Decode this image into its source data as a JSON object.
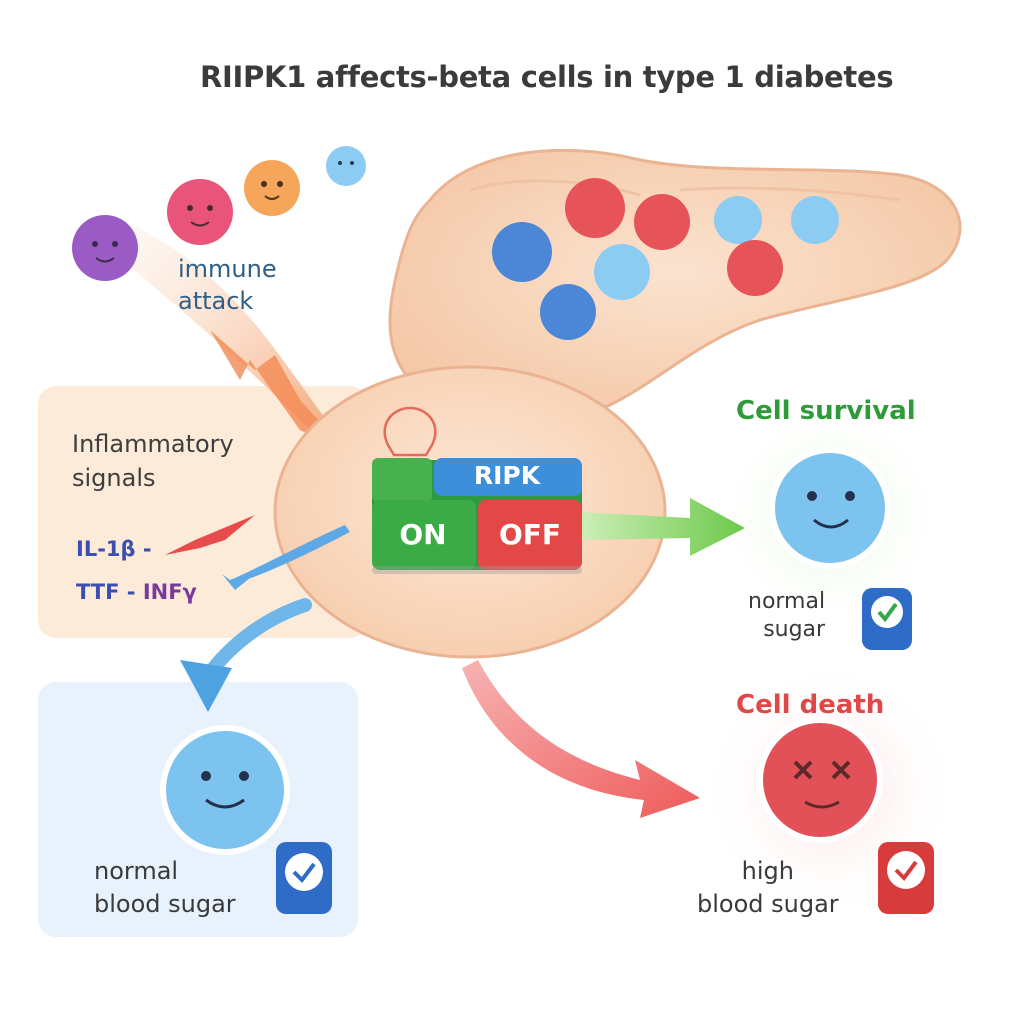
{
  "title": "RIIPK1 affects-beta cells in type 1 diabetes",
  "immune": {
    "line1": "immune",
    "line2": "attack"
  },
  "inflammatory": {
    "line1": "Inflammatory",
    "line2": "signals"
  },
  "cytokines": {
    "il1b": "IL-1β -",
    "ttf": "TTF - ",
    "infg": "INFγ"
  },
  "switch": {
    "title": "RIPK",
    "on_label": "ON",
    "off_label": "OFF"
  },
  "survival": {
    "title": "Cell survival",
    "line1": "normal",
    "line2": "sugar"
  },
  "death": {
    "title": "Cell death",
    "line1": "high",
    "line2": "blood sugar"
  },
  "protected": {
    "line1": "normal",
    "line2": "blood sugar"
  },
  "colors": {
    "green": "#2f9a3a",
    "red": "#e04848",
    "blue_cell": "#7cc3f0",
    "pancreas": "#f8d6bd"
  },
  "icons": [
    "immune-cell-icon",
    "beta-cell-icon",
    "glucose-meter-icon",
    "lightbulb-icon",
    "arrow-icon"
  ]
}
